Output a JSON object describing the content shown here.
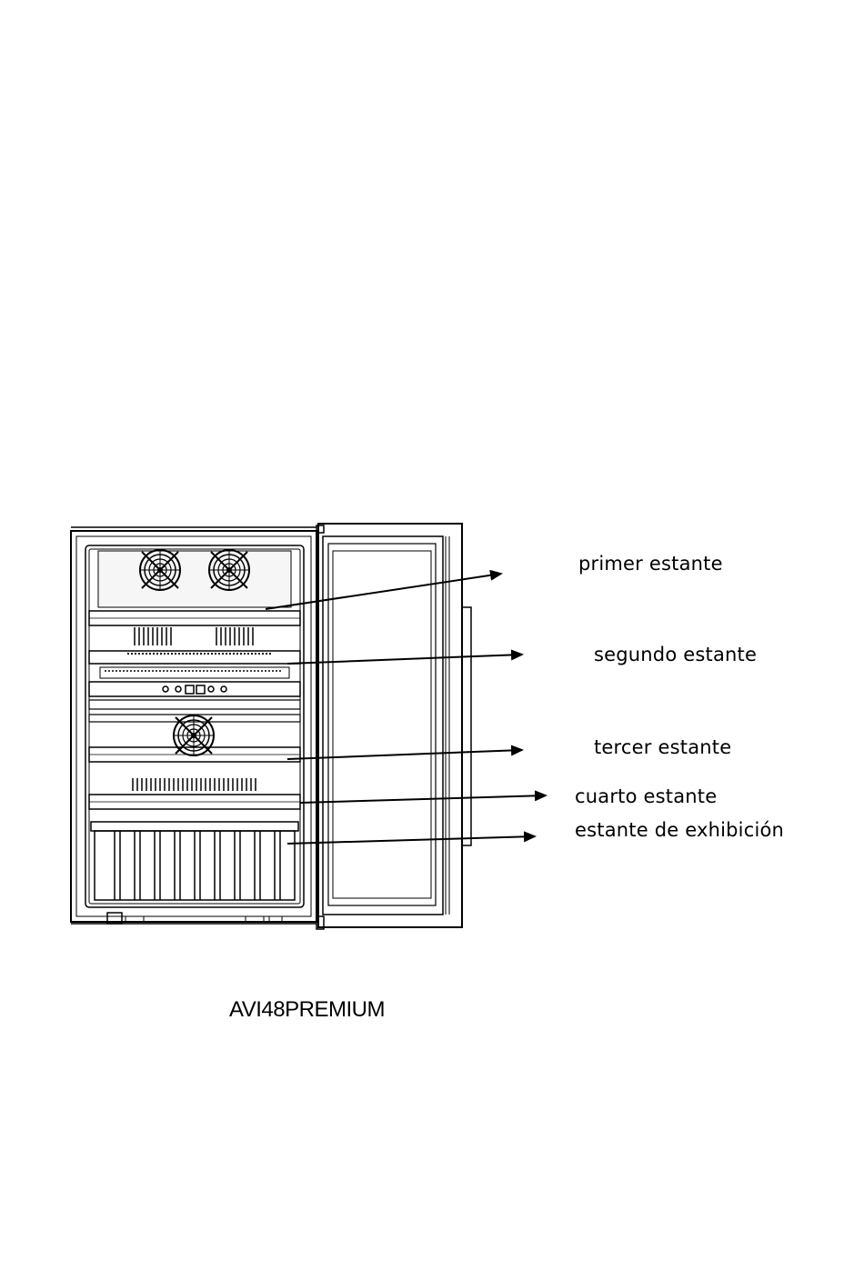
{
  "labels": {
    "shelf1": "primer estante",
    "shelf2": "segundo estante",
    "shelf3": "tercer estante",
    "shelf4": "cuarto estante",
    "display_shelf": "estante de exhibición"
  },
  "model_name": "AVI48PREMIUM",
  "colors": {
    "line": "#000000",
    "background": "#ffffff",
    "panel": "#f4f4f4"
  },
  "icons": [
    "fan-icon",
    "arrow-icon"
  ]
}
